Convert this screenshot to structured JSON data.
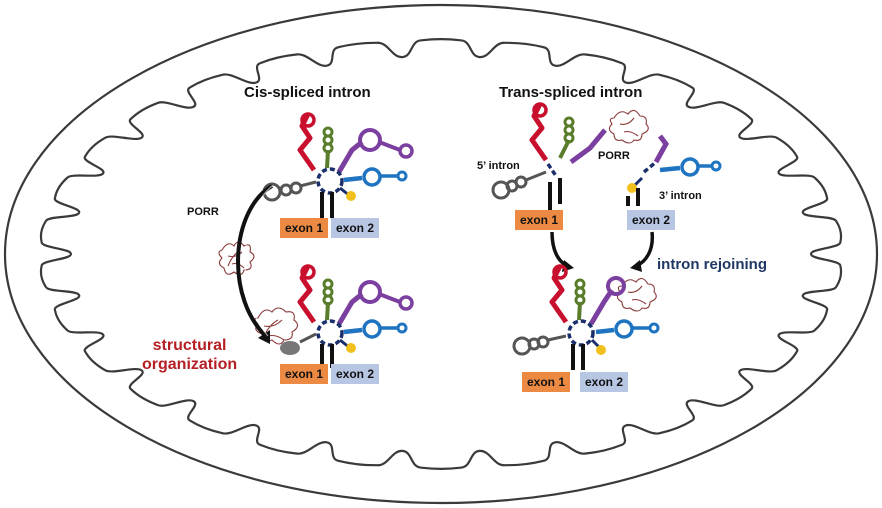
{
  "cis_panel": {
    "title": "Cis-spliced intron",
    "protein_label": "PORR",
    "exon1": "exon 1",
    "exon2": "exon 2",
    "exon1_bottom": "exon 1",
    "exon2_bottom": "exon 2",
    "note_line1": "structural",
    "note_line2": "organization"
  },
  "trans_panel": {
    "title": "Trans-spliced intron",
    "five_prime_label": "5’ intron",
    "three_prime_label": "3’ intron",
    "protein_label": "PORR",
    "exon1": "exon 1",
    "exon2": "exon 2",
    "exon1_bottom": "exon 1",
    "exon2_bottom": "exon 2",
    "note": "intron rejoining"
  },
  "colors": {
    "domain1": "#c8102e",
    "domain2": "#5a7d2c",
    "domain3": "#7b3fa0",
    "domain4": "#1f74c1",
    "domain5": "#f2c01c",
    "domain6": "#555555",
    "core": "#1a2f6b",
    "protein": "#8b3a3a",
    "exon1": "#ec8a44",
    "exon2": "#b7c6e3",
    "note_red": "#b52025",
    "note_blue": "#1f3864"
  }
}
